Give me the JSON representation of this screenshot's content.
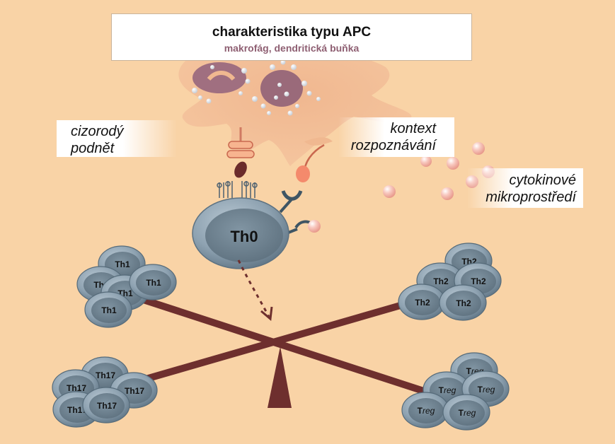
{
  "header": {
    "title": "charakteristika typu APC",
    "subtitle": "makrofág, dendritická buňka"
  },
  "labels": {
    "foreign_stimulus": [
      "cizorodý",
      "podnět"
    ],
    "recognition_context": [
      "kontext",
      "rozpoznávání"
    ],
    "cytokine_environment": [
      "cytokinové",
      "mikroprostředí"
    ]
  },
  "center_cell": "Th0",
  "clusters": {
    "th1": {
      "label": "Th1",
      "visible_count": 5
    },
    "th2": {
      "label": "Th2",
      "visible_count": 5
    },
    "th17": {
      "label": "Th17",
      "visible_count": 5
    },
    "treg": {
      "label_prefix": "T",
      "label_suffix": "reg",
      "visible_count": 5
    }
  },
  "colors": {
    "background": "#f9d3a6",
    "apc_body": "#f0b890",
    "apc_nucleus": "#9a6a7a",
    "cell_body": "#8fa3b1",
    "cell_nucleus": "#6f8593",
    "lever": "#6e2f2e",
    "cytokine": "#f7b9b0",
    "subtitle": "#8e5f72"
  }
}
